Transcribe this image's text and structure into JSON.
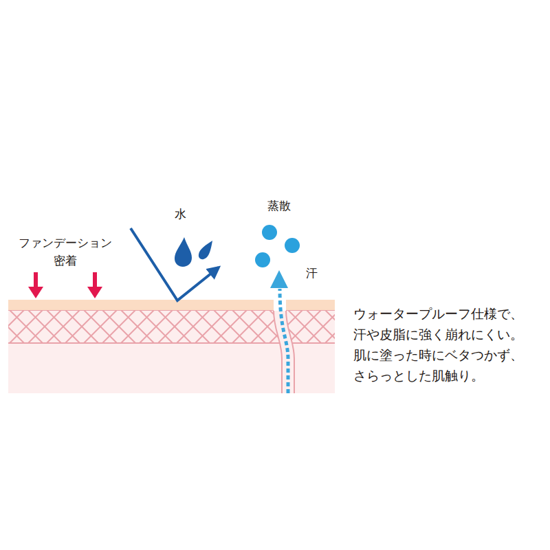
{
  "diagram": {
    "labels": [
      "ファンデーション 密着",
      "水",
      "蒸散",
      "汗",
      "ウォータープルーフ仕様で、 汗や皮脂に強く崩れにくい。 肌に塗った時にベタつかず、 さらっとした肌触り。"
    ]
  }
}
